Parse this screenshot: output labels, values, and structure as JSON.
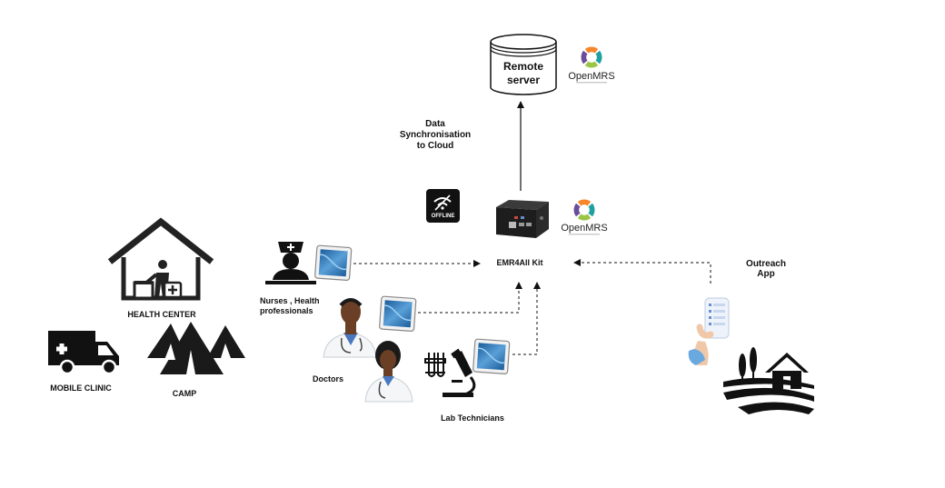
{
  "server": {
    "line1": "Remote",
    "line2": "server"
  },
  "brand": {
    "name": "OpenMRS"
  },
  "sync": {
    "line1": "Data",
    "line2": "Synchronisation",
    "line3": "to Cloud"
  },
  "offline": {
    "label": "OFFLINE"
  },
  "kit": {
    "label": "EMR4All Kit"
  },
  "outreach": {
    "line1": "Outreach",
    "line2": "App"
  },
  "facilities": {
    "health_center": "HEALTH CENTER",
    "mobile_clinic": "MOBILE CLINIC",
    "camp": "CAMP"
  },
  "roles": {
    "nurses_line1": "Nurses , Health",
    "nurses_line2": "professionals",
    "doctors": "Doctors",
    "lab": "Lab Technicians"
  },
  "colors": {
    "omrs_orange": "#F5862A",
    "omrs_purple": "#6B4C9A",
    "omrs_teal": "#1FA0A0",
    "omrs_green": "#9AC545",
    "tablet_blue": "#2E78B7",
    "skin": "#6B3F26"
  }
}
